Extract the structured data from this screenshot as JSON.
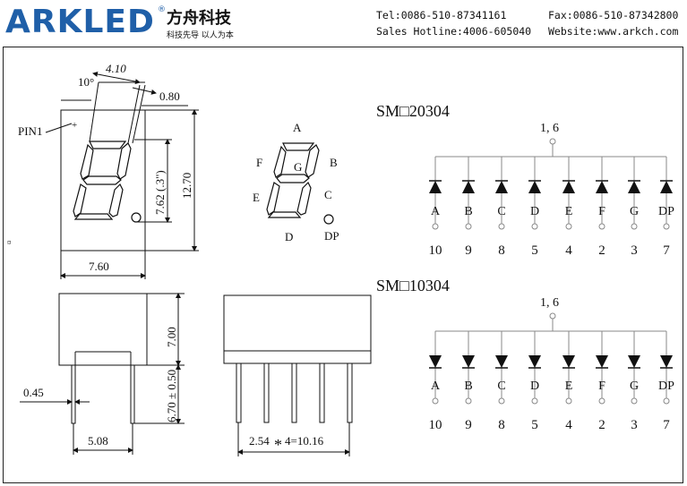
{
  "header": {
    "logo_text": "ARKLED",
    "logo_mark": "®",
    "brand_cn": "方舟科技",
    "slogan_cn": "科技先导  以人为本",
    "tel": "Tel:0086-510-87341161",
    "fax": "Fax:0086-510-87342800",
    "hotline": "Sales Hotline:4006-605040",
    "website": "Website:www.arkch.com"
  },
  "front_view": {
    "angle_label": "10°",
    "slant_dim": "4.10",
    "seg_width_dim": "0.80",
    "pin1_label": "PIN1",
    "plus_mark": "+",
    "digit_height_dim": "7.62 (.3\")",
    "total_height_dim": "12.70",
    "width_dim": "7.60",
    "side_mark": "¤"
  },
  "segment_map": {
    "labels": {
      "a": "A",
      "b": "B",
      "c": "C",
      "d": "D",
      "e": "E",
      "f": "F",
      "g": "G",
      "dp": "DP"
    }
  },
  "side_views": {
    "height_dim": "7.00",
    "pin_length_dim": "6.70 ± 0.50",
    "pin_width_dim": "0.45",
    "pin_spacing_dim": "5.08",
    "pitch_dim_left": "2.54",
    "pitch_star": "*",
    "pitch_dim_right": "4=10.16"
  },
  "circuits": [
    {
      "model": "SM□20304",
      "common_pins": "1, 6",
      "segments": [
        "A",
        "B",
        "C",
        "D",
        "E",
        "F",
        "G",
        "DP"
      ],
      "pins": [
        "10",
        "9",
        "8",
        "5",
        "4",
        "2",
        "3",
        "7"
      ]
    },
    {
      "model": "SM□10304",
      "common_pins": "1, 6",
      "segments": [
        "A",
        "B",
        "C",
        "D",
        "E",
        "F",
        "G",
        "DP"
      ],
      "pins": [
        "10",
        "9",
        "8",
        "5",
        "4",
        "2",
        "3",
        "7"
      ]
    }
  ]
}
